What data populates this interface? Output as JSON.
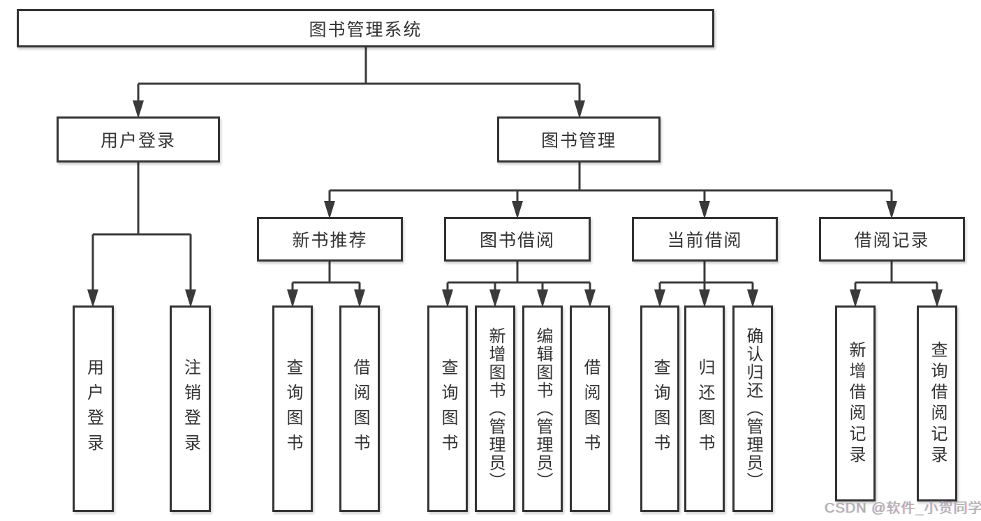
{
  "diagram": {
    "root": {
      "label": "图书管理系统"
    },
    "level2": [
      {
        "id": "user-login",
        "label": "用户登录"
      },
      {
        "id": "book-management",
        "label": "图书管理"
      }
    ],
    "level3": [
      {
        "id": "new-book-recommend",
        "label": "新书推荐"
      },
      {
        "id": "book-borrowing",
        "label": "图书借阅"
      },
      {
        "id": "current-borrowing",
        "label": "当前借阅"
      },
      {
        "id": "borrowing-records",
        "label": "借阅记录"
      }
    ],
    "leaves": {
      "user_login": [
        "用户登录",
        "注销登录"
      ],
      "new_book_recommend": [
        "查询图书",
        "借阅图书"
      ],
      "book_borrowing": [
        "查询图书",
        "新增图书（管理员）",
        "编辑图书（管理员）",
        "借阅图书"
      ],
      "current_borrowing": [
        "查询图书",
        "归还图书",
        "确认归还（管理员）"
      ],
      "borrowing_records": [
        "新增借阅记录",
        "查询借阅记录"
      ]
    }
  },
  "watermark": {
    "text": "CSDN @软件_小贺同学"
  },
  "colors": {
    "line": "#3a3a3a",
    "box_border": "#333333",
    "text": "#333333",
    "watermark": "#b0b0b0",
    "background": "#ffffff"
  }
}
